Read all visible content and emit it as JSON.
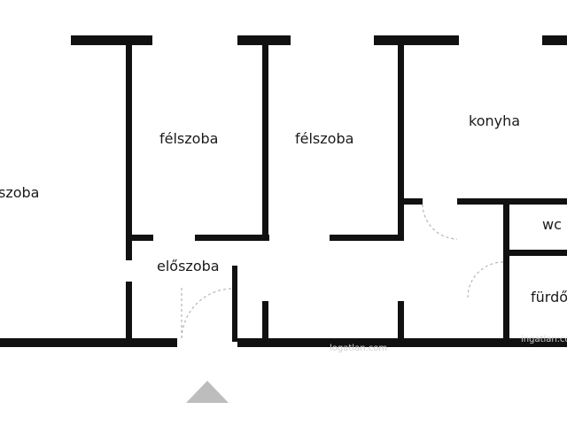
{
  "floorplan": {
    "rooms": [
      {
        "id": "szoba",
        "label": "szoba"
      },
      {
        "id": "felszoba-1",
        "label": "félszoba"
      },
      {
        "id": "felszoba-2",
        "label": "félszoba"
      },
      {
        "id": "konyha",
        "label": "konyha"
      },
      {
        "id": "wc",
        "label": "wc"
      },
      {
        "id": "eloszoba",
        "label": "előszoba"
      },
      {
        "id": "furdo",
        "label": "fürdő"
      }
    ],
    "watermarks": [
      "logatlan.com",
      "ingatlan.com"
    ],
    "colors": {
      "wall": "#111111",
      "entrance": "#bdbdbd",
      "background": "#ffffff"
    }
  }
}
